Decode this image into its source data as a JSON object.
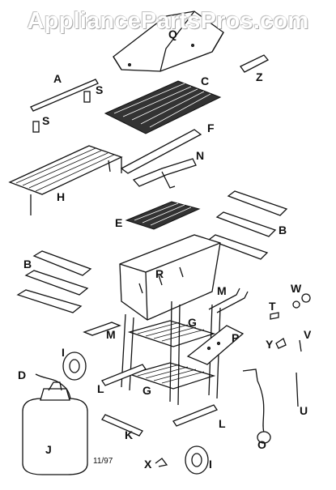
{
  "watermark": "AppliancePartsPros.com",
  "date_code": "11/97",
  "labels": {
    "A": "A",
    "B1": "B",
    "B2": "B",
    "C": "C",
    "D": "D",
    "E": "E",
    "F": "F",
    "G1": "G",
    "G2": "G",
    "H": "H",
    "I1": "I",
    "I2": "I",
    "J": "J",
    "K": "K",
    "L1": "L",
    "L2": "L",
    "M1": "M",
    "M2": "M",
    "N": "N",
    "O": "O",
    "P": "P",
    "Q": "Q",
    "R": "R",
    "S1": "S",
    "S2": "S",
    "T": "T",
    "U": "U",
    "V": "V",
    "W": "W",
    "X": "X",
    "Y": "Y",
    "Z": "Z"
  }
}
